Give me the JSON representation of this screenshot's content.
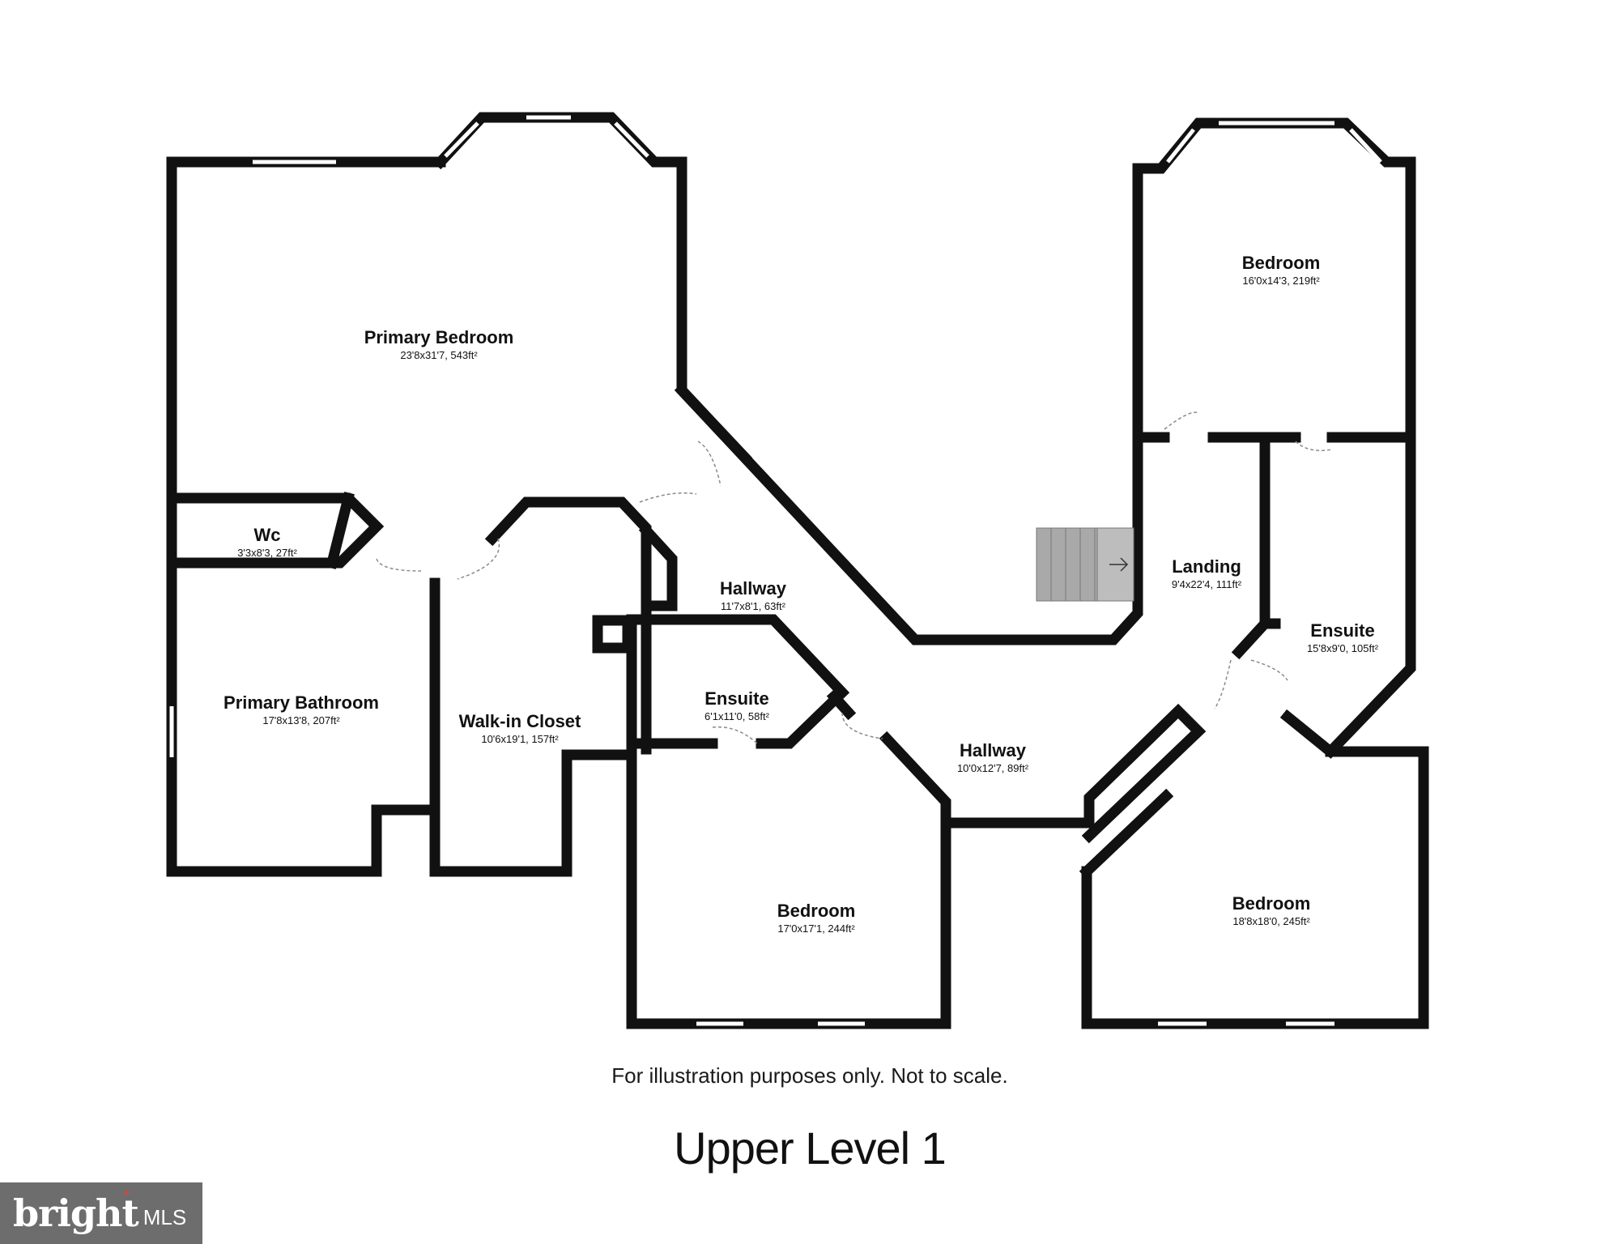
{
  "rooms": [
    {
      "name": "Primary Bedroom",
      "dims": "23'8x31'7, 543ft²"
    },
    {
      "name": "Wc",
      "dims": "3'3x8'3, 27ft²"
    },
    {
      "name": "Primary Bathroom",
      "dims": "17'8x13'8, 207ft²"
    },
    {
      "name": "Walk-in Closet",
      "dims": "10'6x19'1, 157ft²"
    },
    {
      "name": "Hallway",
      "dims": "11'7x8'1, 63ft²"
    },
    {
      "name": "Ensuite",
      "dims": "6'1x11'0, 58ft²"
    },
    {
      "name": "Bedroom",
      "dims": "17'0x17'1, 244ft²"
    },
    {
      "name": "Hallway",
      "dims": "10'0x12'7, 89ft²"
    },
    {
      "name": "Bedroom",
      "dims": "16'0x14'3, 219ft²"
    },
    {
      "name": "Landing",
      "dims": "9'4x22'4, 111ft²"
    },
    {
      "name": "Ensuite",
      "dims": "15'8x9'0, 105ft²"
    },
    {
      "name": "Bedroom",
      "dims": "18'8x18'0, 245ft²"
    }
  ],
  "disclaimer": "For illustration purposes only. Not to scale.",
  "level_title": "Upper Level 1",
  "logo": {
    "word": "bright",
    "suffix": "MLS",
    "background": "#6d6d6d",
    "spark_color": "#e8412e"
  },
  "colors": {
    "wall": "#111111",
    "window": "#ffffff",
    "stairs": "#a9a9a9",
    "door_arc": "#8a8a8a"
  }
}
